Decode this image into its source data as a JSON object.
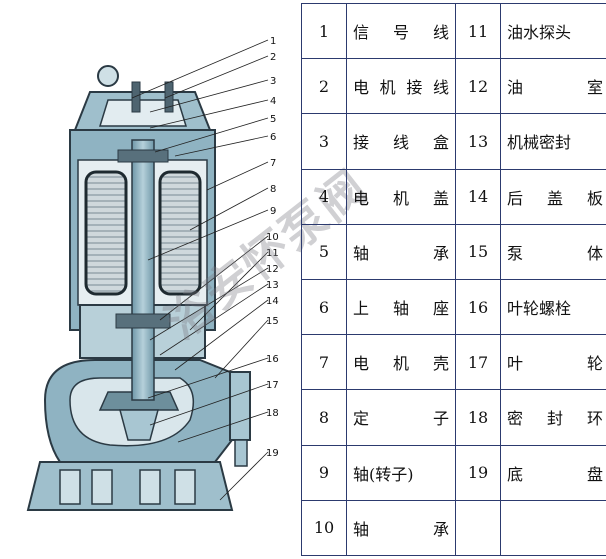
{
  "parts": [
    {
      "num": "1",
      "name": "信号线"
    },
    {
      "num": "2",
      "name": "电机接线"
    },
    {
      "num": "3",
      "name": "接线盒"
    },
    {
      "num": "4",
      "name": "电机盖"
    },
    {
      "num": "5",
      "name": "轴承"
    },
    {
      "num": "6",
      "name": "上轴座"
    },
    {
      "num": "7",
      "name": "电机壳"
    },
    {
      "num": "8",
      "name": "定子"
    },
    {
      "num": "9",
      "name": "轴(转子)"
    },
    {
      "num": "10",
      "name": "轴承"
    },
    {
      "num": "11",
      "name": "油水探头"
    },
    {
      "num": "12",
      "name": "油室"
    },
    {
      "num": "13",
      "name": "机械密封"
    },
    {
      "num": "14",
      "name": "后盖板"
    },
    {
      "num": "15",
      "name": "泵体"
    },
    {
      "num": "16",
      "name": "叶轮螺栓"
    },
    {
      "num": "17",
      "name": "叶轮"
    },
    {
      "num": "18",
      "name": "密封环"
    },
    {
      "num": "19",
      "name": "底盘"
    },
    {
      "num": "",
      "name": ""
    }
  ],
  "diagram_labels": [
    "1",
    "2",
    "3",
    "4",
    "5",
    "6",
    "7",
    "8",
    "9",
    "10",
    "11",
    "12",
    "13",
    "14",
    "15",
    "16",
    "17",
    "18",
    "19"
  ],
  "watermark": "浴安怀泵阀",
  "colors": {
    "steel": "#8fb3c2",
    "dark": "#2b3a44",
    "border": "#2c3a6e"
  }
}
